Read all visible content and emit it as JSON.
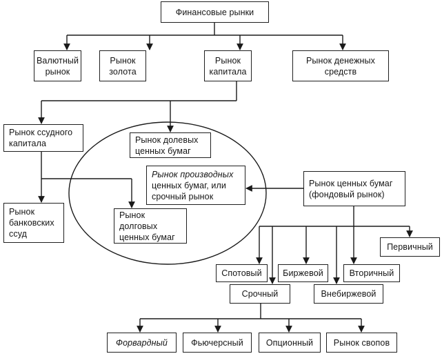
{
  "diagram": {
    "title": "Финансовые рынки",
    "level1": [
      {
        "id": "currency",
        "label": "Валютный\nрынок"
      },
      {
        "id": "gold",
        "label": "Рынок\nзолота"
      },
      {
        "id": "capital",
        "label": "Рынок\nкапитала"
      },
      {
        "id": "money",
        "label": "Рынок денежных\nсредств"
      }
    ],
    "loan_capital": {
      "label": "Рынок ссудного\nкапитала"
    },
    "bank_loans": {
      "label": "Рынок\nбанковских\nссуд"
    },
    "ellipse_group": {
      "equity": {
        "label": "Рынок долевых\nценных бумаг"
      },
      "derivatives": {
        "label_italic": "Рынок производных",
        "label_rest": "ценных бумаг, или\nсрочный рынок"
      },
      "debt": {
        "label": "Рынок\nдолговых\nценных бумаг"
      }
    },
    "securities": {
      "label": "Рынок ценных бумаг\n(фондовый рынок)"
    },
    "securities_types": {
      "primary": "Первичный",
      "spot": "Спотовый",
      "exchange": "Биржевой",
      "secondary": "Вторичный",
      "forward_market": "Срочный",
      "otc": "Внебиржевой"
    },
    "derivative_types": [
      {
        "id": "forward",
        "label": "Форвардный",
        "italic": true
      },
      {
        "id": "futures",
        "label": "Фьючерсный",
        "italic": false
      },
      {
        "id": "options",
        "label": "Опционный",
        "italic": false
      },
      {
        "id": "swaps",
        "label": "Рынок свопов",
        "italic": false
      }
    ]
  }
}
